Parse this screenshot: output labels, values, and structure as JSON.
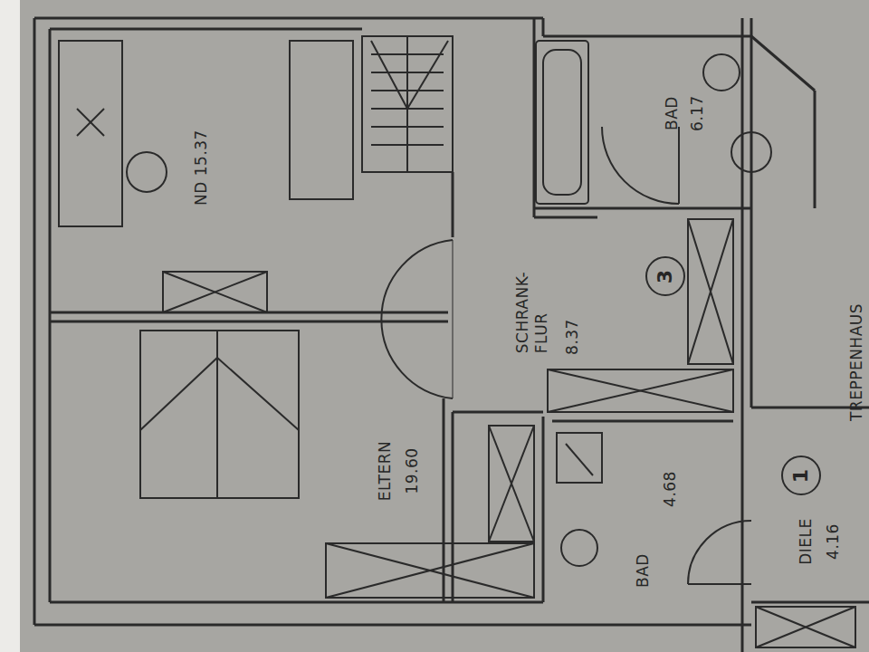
{
  "diagram": {
    "nodes": [
      {
        "text": [
          "ND 15.37"
        ]
      },
      {
        "text": [
          "ELTERN",
          "19.60"
        ]
      },
      {
        "text": [
          "SCHRANK- FLUR",
          "8.37"
        ]
      },
      {
        "text": [
          "3"
        ],
        "in": 2
      },
      {
        "text": [
          "BAD",
          "6.17"
        ]
      },
      {
        "text": [
          "BAD",
          "4.68"
        ]
      },
      {
        "text": [
          "DIELE",
          "4.16"
        ]
      },
      {
        "text": [
          "1"
        ],
        "in": 6
      }
    ],
    "labels": [
      "TREPPENHAUS"
    ]
  }
}
